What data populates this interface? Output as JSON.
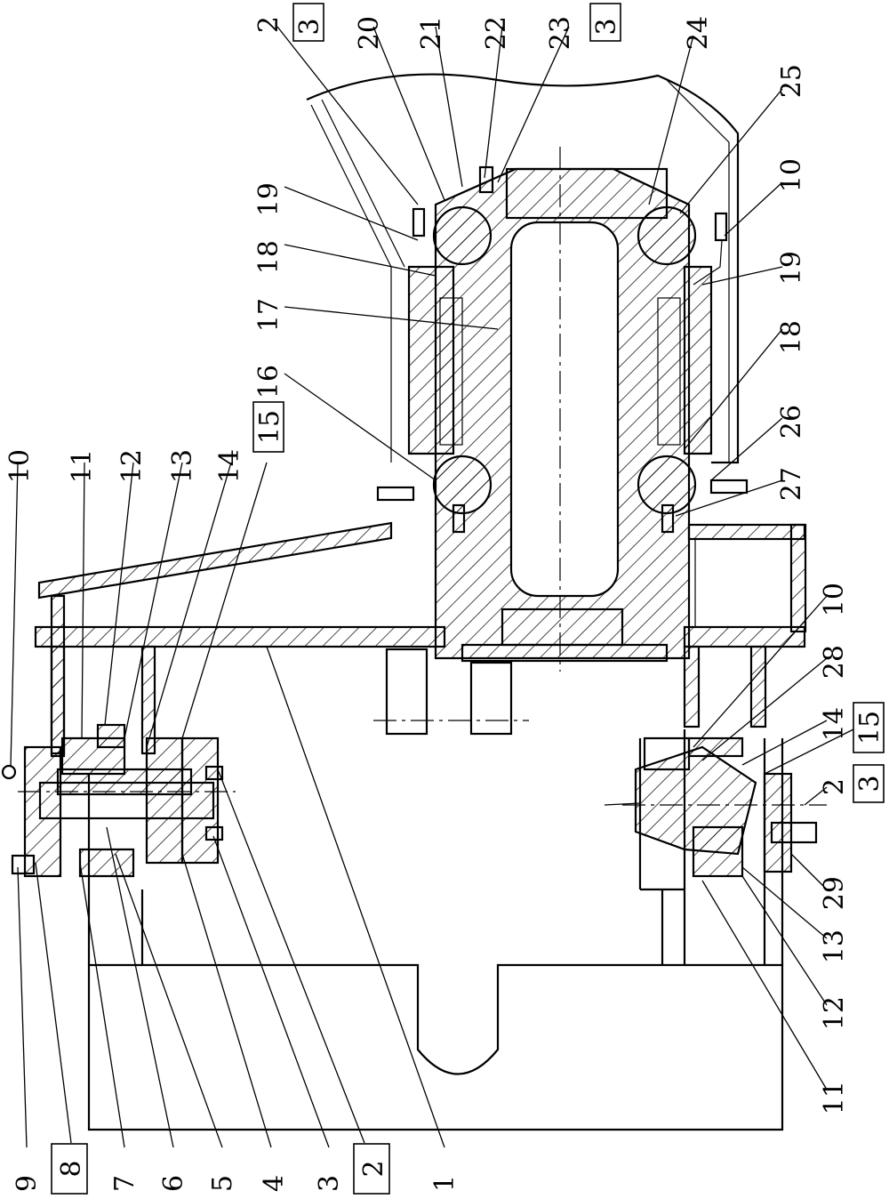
{
  "labels_top": [
    "2",
    "3",
    "20",
    "21",
    "22",
    "23",
    "3",
    "24",
    "25",
    "10"
  ],
  "labels_left_column": [
    "19",
    "18",
    "17",
    "16",
    "10",
    "11",
    "12",
    "13",
    "14",
    "15"
  ],
  "labels_right_column": [
    "19",
    "18",
    "26",
    "27",
    "10",
    "28",
    "14",
    "15",
    "2",
    "3",
    "29",
    "13",
    "12",
    "11"
  ],
  "labels_bottom": [
    "9",
    "8",
    "7",
    "6",
    "5",
    "4",
    "3",
    "2",
    "1"
  ],
  "boxed_labels": [
    "3",
    "3",
    "15",
    "15",
    "3",
    "8",
    "2"
  ]
}
